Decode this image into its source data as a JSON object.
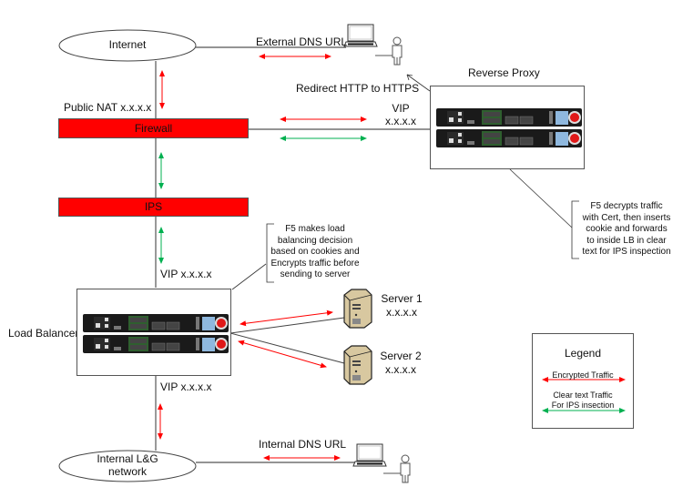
{
  "nodes": {
    "internet": "Internet",
    "internal_network_line1": "Internal L&G",
    "internal_network_line2": "network",
    "firewall": "Firewall",
    "ips": "IPS",
    "reverse_proxy": "Reverse Proxy",
    "load_balancer": "Load Balancer",
    "server1_name": "Server 1",
    "server1_ip": "x.x.x.x",
    "server2_name": "Server 2",
    "server2_ip": "x.x.x.x"
  },
  "labels": {
    "external_dns": "External DNS URL",
    "internal_dns": "Internal DNS URL",
    "redirect": "Redirect HTTP to HTTPS",
    "public_nat": "Public NAT x.x.x.x",
    "proxy_vip_line1": "VIP",
    "proxy_vip_line2": "x.x.x.x",
    "lb_vip_top": "VIP x.x.x.x",
    "lb_vip_bottom": "VIP x.x.x.x"
  },
  "notes": {
    "proxy_note": [
      "F5 decrypts traffic",
      "with Cert, then inserts",
      "cookie and forwards",
      "to inside LB in clear",
      "text for IPS inspection"
    ],
    "lb_note": [
      "F5 makes load",
      "balancing decision",
      "based on cookies and",
      "Encrypts traffic before",
      "sending to server"
    ]
  },
  "legend": {
    "title": "Legend",
    "encrypted": "Encrypted Traffic",
    "clear_line1": "Clear text Traffic",
    "clear_line2": "For IPS insection"
  },
  "colors": {
    "encrypted": "#ff0000",
    "clear": "#00b050",
    "bar": "#ff0000"
  }
}
